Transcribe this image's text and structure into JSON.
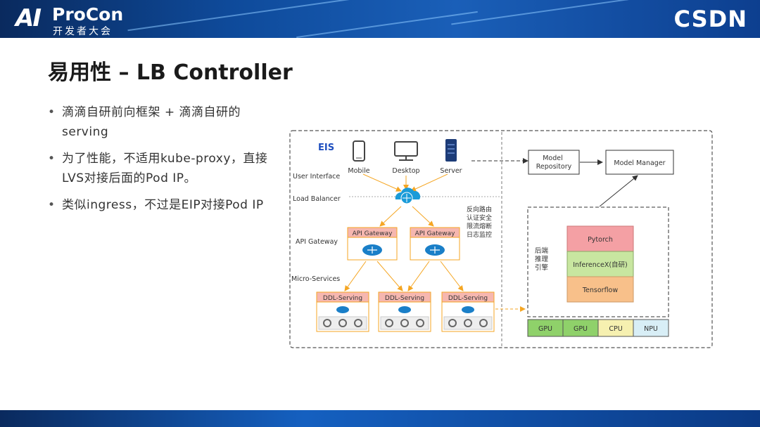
{
  "header": {
    "logo_ai": "AI",
    "logo_name": "ProCon",
    "logo_sub": "开发者大会",
    "brand_right": "CSDN"
  },
  "slide": {
    "title": "易用性 – LB Controller",
    "bullets": [
      "滴滴自研前向框架 + 滴滴自研的serving",
      "为了性能，不适用kube-proxy，直接LVS对接后面的Pod IP。",
      "类似ingress，不过是EIP对接Pod IP"
    ]
  },
  "diagram": {
    "eis": "EIS",
    "layers": {
      "user_interface": "User Interface",
      "load_balancer": "Load Balancer",
      "api_gateway": "API Gateway",
      "micro_services": "Micro-Services"
    },
    "clients": [
      "Mobile",
      "Desktop",
      "Server"
    ],
    "gateways": [
      "API Gateway",
      "API Gateway"
    ],
    "gateway_note": [
      "反向路由",
      "认证安全",
      "限流熔断",
      "日志监控"
    ],
    "services": [
      "DDL-Serving",
      "DDL-Serving",
      "DDL-Serving"
    ],
    "model_repository": [
      "Model",
      "Repository"
    ],
    "model_manager": "Model Manager",
    "backend_label": [
      "后端",
      "推理",
      "引擎"
    ],
    "engines": [
      "Pytorch",
      "InferenceX(自研)",
      "Tensorflow"
    ],
    "hardware": [
      "GPU",
      "GPU",
      "CPU",
      "NPU"
    ],
    "colors": {
      "pytorch": "#f4a0a4",
      "inferencex": "#c8e6a0",
      "tensorflow": "#f8c08a",
      "gpu": "#8fd16a",
      "cpu": "#f6f0b0",
      "npu": "#d8eef6",
      "orange": "#f5a623",
      "gateway_fill": "#f6b7b0"
    }
  }
}
